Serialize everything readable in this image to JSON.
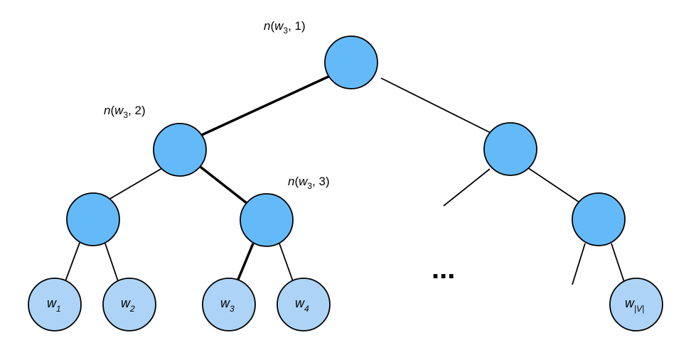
{
  "colors": {
    "internal_node_fill": "#64BAF9",
    "leaf_node_fill": "#ADD4F7",
    "stroke": "#000000",
    "background": "#ffffff"
  },
  "labels": {
    "node_1": {
      "fn": "n",
      "open": "(",
      "var": "w",
      "sub": "3",
      "rest": ", 1)"
    },
    "node_2": {
      "fn": "n",
      "open": "(",
      "var": "w",
      "sub": "3",
      "rest": ", 2)"
    },
    "node_3": {
      "fn": "n",
      "open": "(",
      "var": "w",
      "sub": "3",
      "rest": ", 3)"
    }
  },
  "leaves": [
    {
      "var": "w",
      "sub": "1"
    },
    {
      "var": "w",
      "sub": "2"
    },
    {
      "var": "w",
      "sub": "3"
    },
    {
      "var": "w",
      "sub": "4"
    },
    {
      "var": "w",
      "sub": "|V|"
    }
  ],
  "ellipsis": "..."
}
